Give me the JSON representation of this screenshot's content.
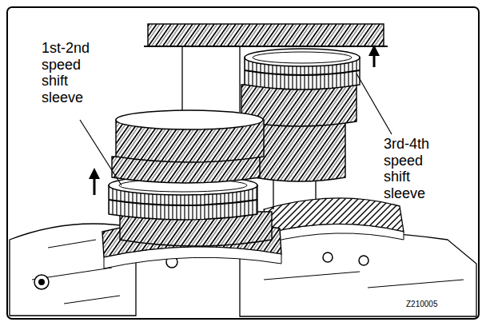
{
  "diagram": {
    "labels": [
      "1st-2nd speed shift sleeve",
      "3rd-4th speed shift sleeve",
      "Z210005"
    ]
  }
}
